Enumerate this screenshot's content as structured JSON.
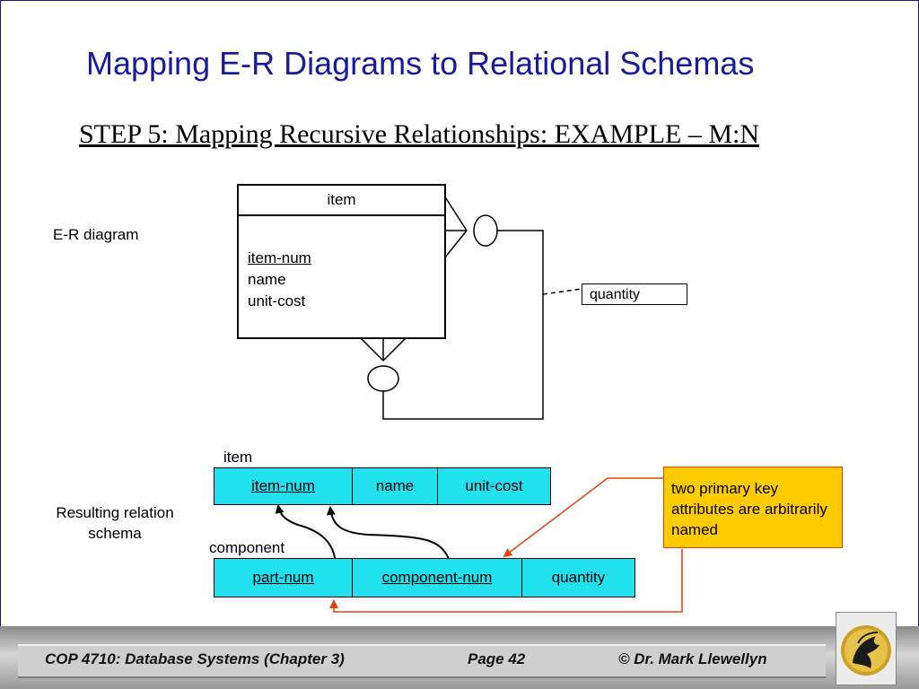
{
  "slide": {
    "title": "Mapping E-R Diagrams to Relational Schemas",
    "subtitle": "STEP 5:  Mapping Recursive Relationships: EXAMPLE – M:N"
  },
  "er_diagram": {
    "label": "E-R diagram",
    "entity": {
      "name": "item",
      "attributes": [
        "item-num",
        "name",
        "unit-cost"
      ],
      "key_attribute": "item-num"
    },
    "relationship_attribute": "quantity"
  },
  "relation_schema": {
    "label_line1": "Resulting relation",
    "label_line2": "schema",
    "item": {
      "name": "item",
      "columns": [
        "item-num",
        "name",
        "unit-cost"
      ]
    },
    "component": {
      "name": "component",
      "columns": [
        "part-num",
        "component-num",
        "quantity"
      ]
    }
  },
  "note": "two primary key attributes are arbitrarily named",
  "footer": {
    "course": "COP 4710: Database Systems  (Chapter 3)",
    "page": "Page 42",
    "author": "© Dr. Mark Llewellyn"
  },
  "colors": {
    "title": "#1a1a9c",
    "relation_fill": "#22e1ee",
    "note_fill": "#ffcc00",
    "arrow_red": "#e0440c"
  }
}
